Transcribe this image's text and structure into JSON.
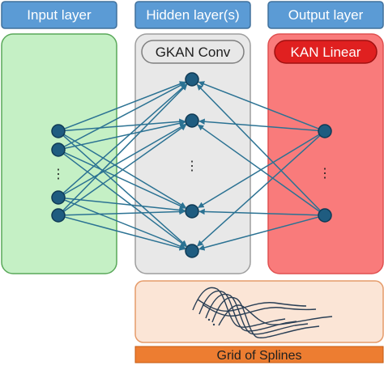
{
  "headers": {
    "input": "Input layer",
    "hidden": "Hidden layer(s)",
    "output": "Output layer"
  },
  "hidden_module": "GKAN Conv",
  "output_module": "KAN Linear",
  "splines_label": "Grid of Splines",
  "ellipsis": "⋮",
  "colors": {
    "header_blue": "#5b9bd5",
    "header_border": "#41719c",
    "input_fill": "#c5f0c5",
    "input_border": "#5aa85a",
    "hidden_fill": "#e8e8e8",
    "hidden_border": "#9e9e9e",
    "output_fill": "#f97b7b",
    "output_border": "#e05050",
    "kan_linear_fill": "#e02020",
    "spline_panel_fill": "#fbe5d6",
    "spline_label_fill": "#ed7d31",
    "node_color": "#1f5c80",
    "edge_color": "#2b7293"
  }
}
